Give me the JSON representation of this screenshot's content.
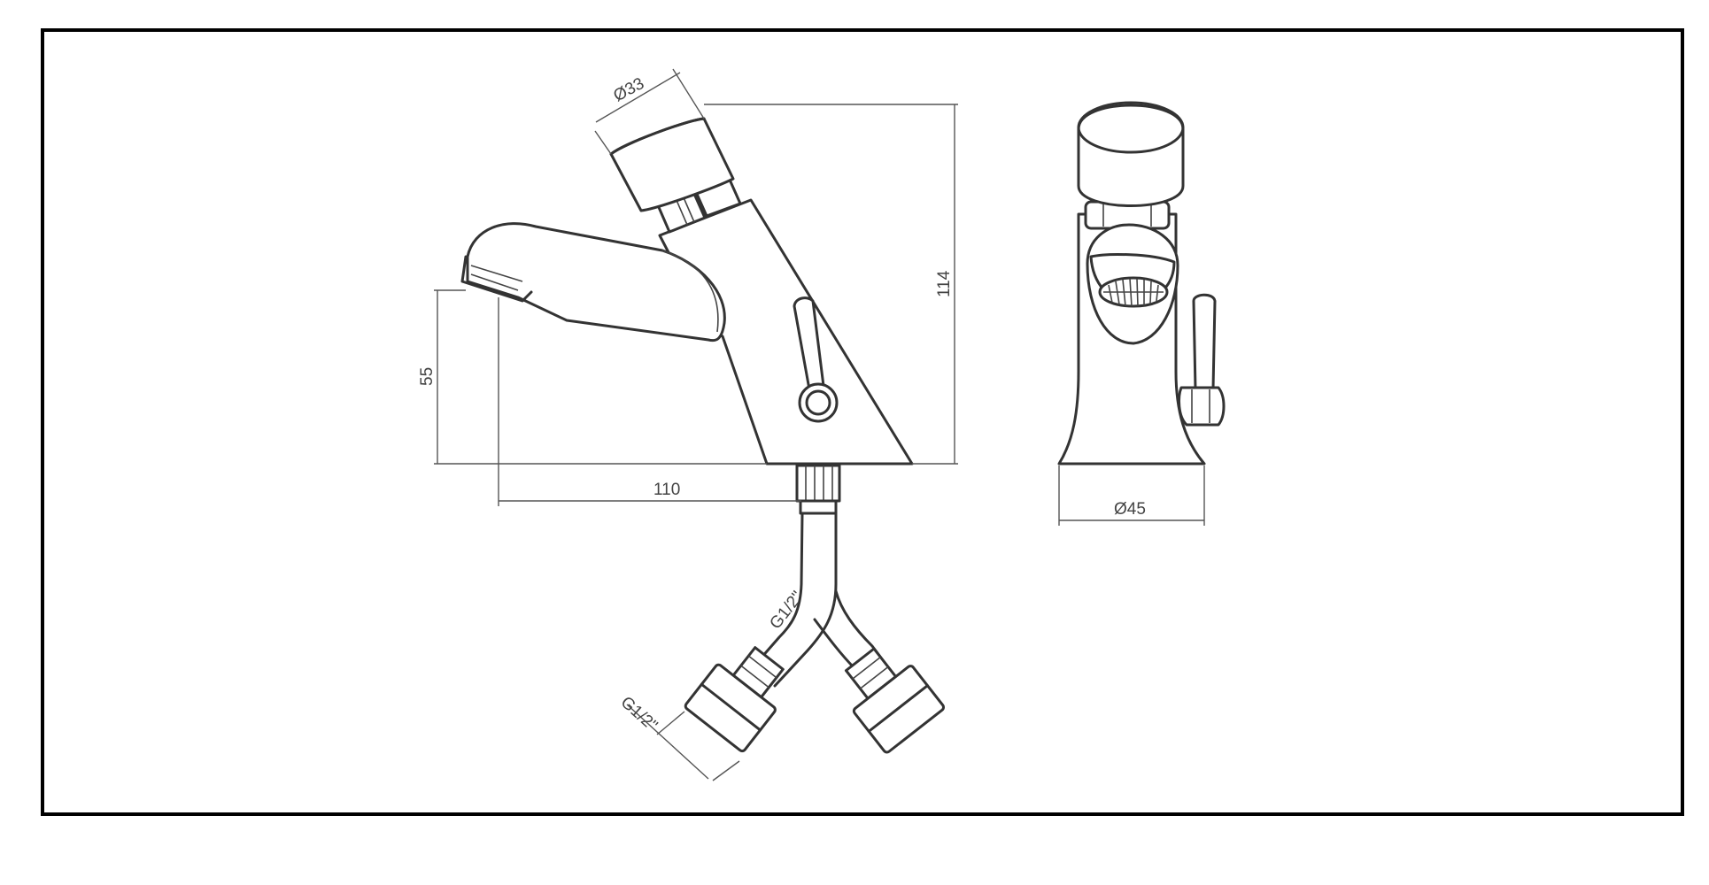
{
  "dimensions": {
    "knob_diameter": "Ø33",
    "total_height": "114",
    "spout_height": "55",
    "spout_reach": "110",
    "base_diameter": "Ø45",
    "connection_thread": "G1/2\"",
    "hose_mark": "G1/2\""
  },
  "colors": {
    "line": "#333333",
    "frame": "#000000",
    "background": "#ffffff"
  }
}
